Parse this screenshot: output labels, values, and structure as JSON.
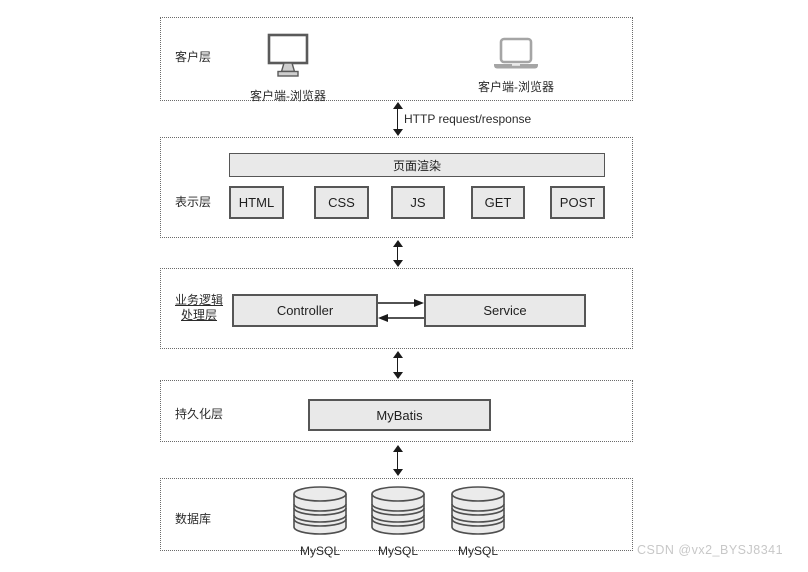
{
  "client_layer": {
    "label": "客户层",
    "desktop_client": {
      "label": "客户端-浏览器"
    },
    "laptop_client": {
      "label": "客户端-浏览器"
    }
  },
  "http_connector": {
    "label": "HTTP request/response"
  },
  "presentation_layer": {
    "label": "表示层",
    "render_bar": "页面渲染",
    "boxes": [
      "HTML",
      "CSS",
      "JS",
      "GET",
      "POST"
    ]
  },
  "business_layer": {
    "label_line1": "业务逻辑",
    "label_line2": "处理层",
    "controller": "Controller",
    "service": "Service"
  },
  "persistence_layer": {
    "label": "持久化层",
    "box": "MyBatis"
  },
  "database_layer": {
    "label": "数据库",
    "databases": [
      "MySQL",
      "MySQL",
      "MySQL"
    ]
  },
  "watermark": "CSDN @vx2_BYSJ8341",
  "icons": {
    "desktop": "desktop-monitor-icon",
    "laptop": "laptop-icon",
    "database": "database-cylinder-icon"
  },
  "colors": {
    "box_fill": "#e9e9e9",
    "box_border": "#565656",
    "dotted_border": "#6b6b6b",
    "arrow": "#1a1a1a",
    "watermark": "#c8c8c8"
  }
}
